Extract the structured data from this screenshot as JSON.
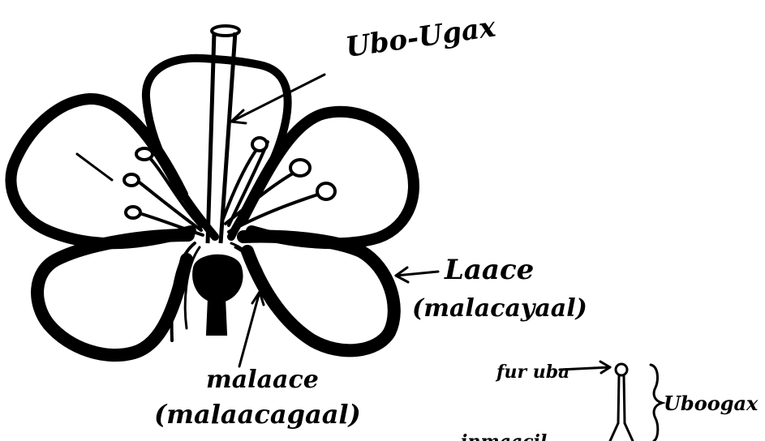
{
  "labels": {
    "style": "Ubo-Ugax",
    "petal": "Laace",
    "petal_plural": "(malacayaal)",
    "sepal": "malaace",
    "sepal_plural": "(malaacagaal)",
    "stigma_small": "fur uba",
    "pistil_small": "Uboogax",
    "partial_bottom": "inmaacil"
  },
  "colors": {
    "ink": "#000000",
    "paper": "#ffffff"
  }
}
